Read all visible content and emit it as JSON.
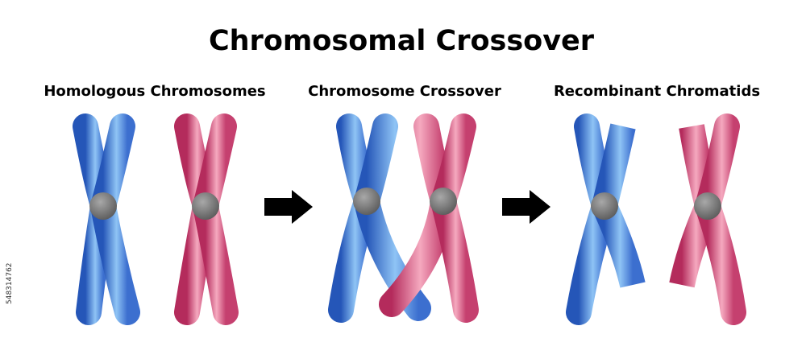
{
  "title": "Chromosomal Crossover",
  "labels": {
    "homologous": "Homologous Chromosomes",
    "crossover": "Chromosome Crossover",
    "recombinant": "Recombinant Chromatids"
  },
  "side_id": "548314762",
  "colors": {
    "blue_light": "#8fc4f5",
    "blue_mid": "#4a84d8",
    "blue_dark": "#2556b8",
    "pink_light": "#f5a9bf",
    "pink_mid": "#d85a86",
    "pink_dark": "#b42b5c",
    "centromere_light": "#a8a8a8",
    "centromere_dark": "#5a5a5a",
    "arrow": "#000000"
  },
  "icons": [
    "chromosome-blue",
    "chromosome-pink",
    "centromere",
    "arrow-right"
  ]
}
